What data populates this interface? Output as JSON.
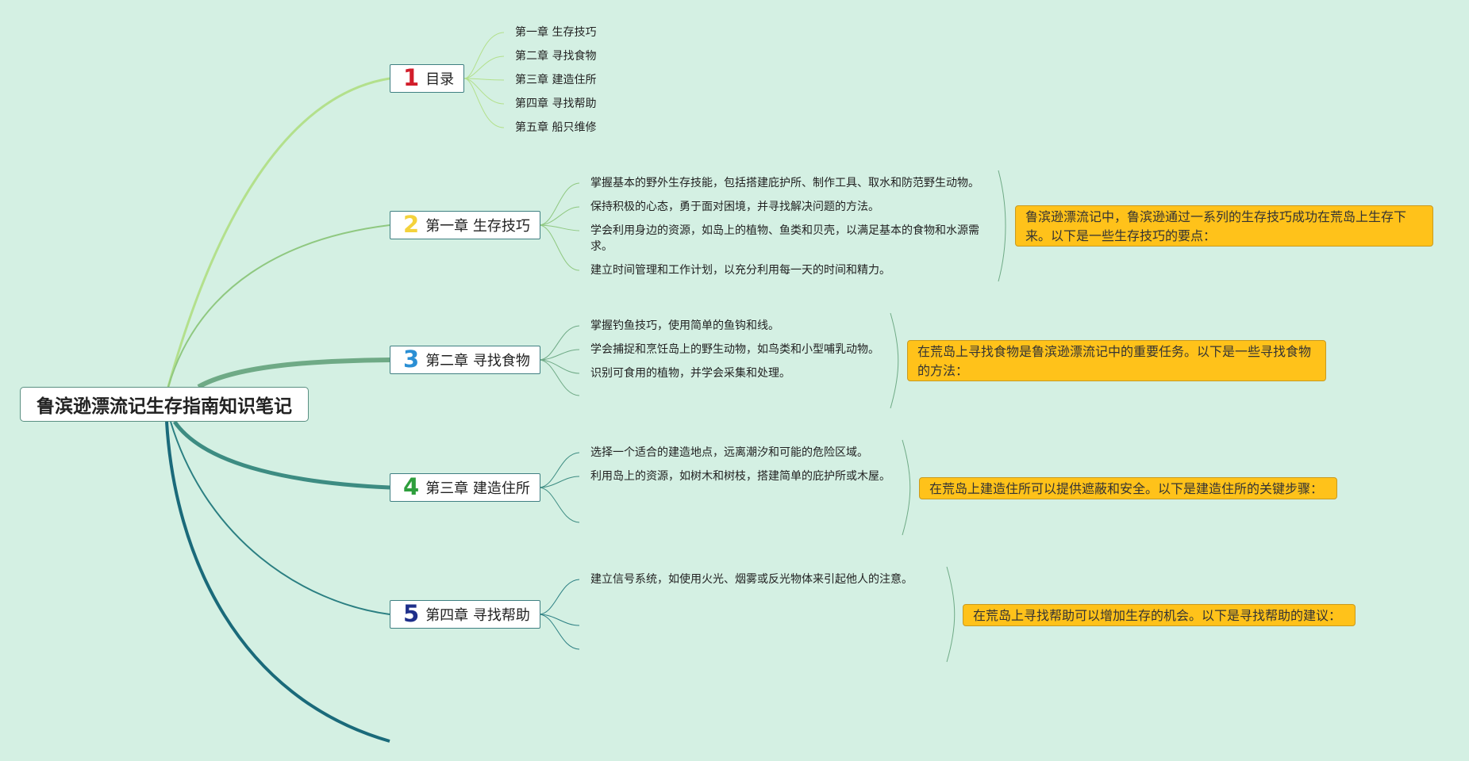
{
  "root": {
    "title": "鲁滨逊漂流记生存指南知识笔记"
  },
  "topics": [
    {
      "num": "1",
      "num_color": "#d21e2b",
      "label": "目录",
      "children": [
        "第一章 生存技巧",
        "第二章 寻找食物",
        "第三章 建造住所",
        "第四章 寻找帮助",
        "第五章 船只维修"
      ]
    },
    {
      "num": "2",
      "num_color": "#f4d23c",
      "label": "第一章 生存技巧",
      "children": [
        "掌握基本的野外生存技能，包括搭建庇护所、制作工具、取水和防范野生动物。",
        "保持积极的心态，勇于面对困境，并寻找解决问题的方法。",
        "学会利用身边的资源，如岛上的植物、鱼类和贝壳，以满足基本的食物和水源需求。",
        "建立时间管理和工作计划，以充分利用每一天的时间和精力。"
      ],
      "summary": "鲁滨逊漂流记中，鲁滨逊通过一系列的生存技巧成功在荒岛上生存下来。以下是一些生存技巧的要点："
    },
    {
      "num": "3",
      "num_color": "#2b8fd4",
      "label": "第二章 寻找食物",
      "children": [
        "掌握钓鱼技巧，使用简单的鱼钩和线。",
        "学会捕捉和烹饪岛上的野生动物，如鸟类和小型哺乳动物。",
        "识别可食用的植物，并学会采集和处理。"
      ],
      "summary": "在荒岛上寻找食物是鲁滨逊漂流记中的重要任务。以下是一些寻找食物的方法："
    },
    {
      "num": "4",
      "num_color": "#2e9e3c",
      "label": "第三章 建造住所",
      "children": [
        "选择一个适合的建造地点，远离潮汐和可能的危险区域。",
        "利用岛上的资源，如树木和树枝，搭建简单的庇护所或木屋。"
      ],
      "summary": "在荒岛上建造住所可以提供遮蔽和安全。以下是建造住所的关键步骤："
    },
    {
      "num": "5",
      "num_color": "#1e2f8a",
      "label": "第四章 寻找帮助",
      "children": [
        "建立信号系统，如使用火光、烟雾或反光物体来引起他人的注意。"
      ],
      "summary": "在荒岛上寻找帮助可以增加生存的机会。以下是寻找帮助的建议："
    }
  ]
}
